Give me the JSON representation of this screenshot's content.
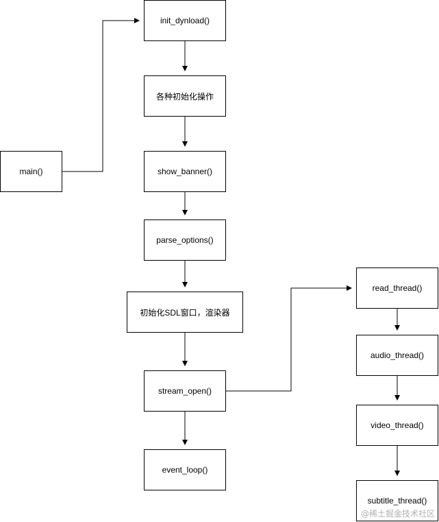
{
  "nodes": {
    "init_dynload": "init_dynload()",
    "init_ops": "各种初始化操作",
    "show_banner": "show_banner()",
    "parse_options": "parse_options()",
    "init_sdl": "初始化SDL窗口，渲染器",
    "stream_open": "stream_open()",
    "event_loop": "event_loop()",
    "main": "main()",
    "read_thread": "read_thread()",
    "audio_thread": "audio_thread()",
    "video_thread": "video_thread()",
    "subtitle_thread": "subtitle_thread()"
  },
  "watermark": "@稀土掘金技术社区",
  "colors": {
    "stroke": "#000000",
    "fill": "#ffffff",
    "watermark": "#b0b0b0"
  }
}
